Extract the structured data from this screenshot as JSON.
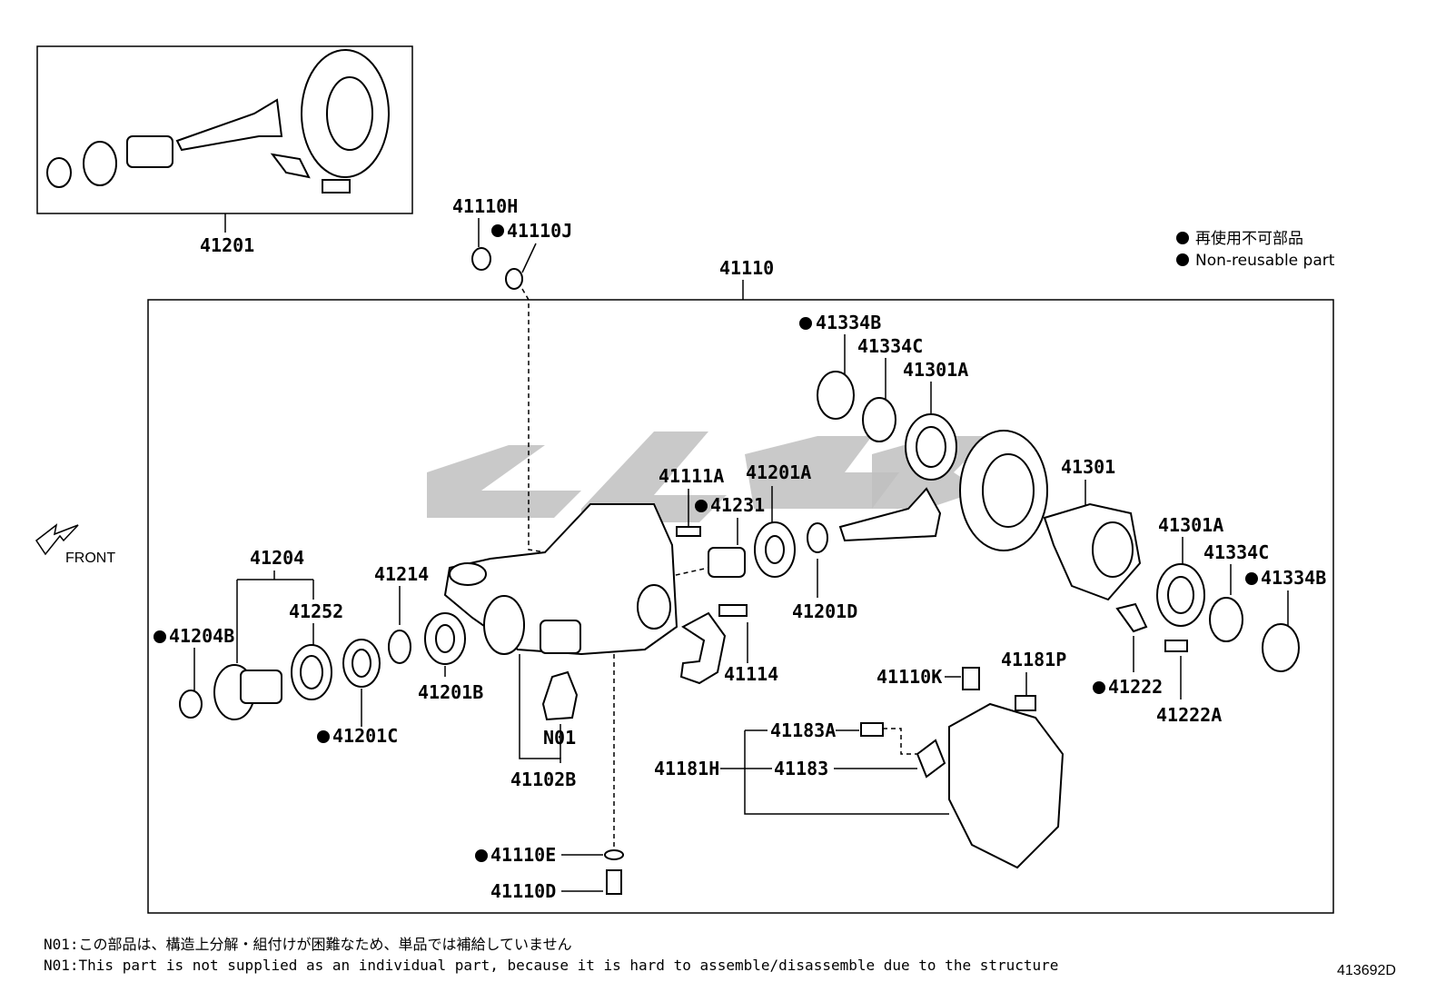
{
  "legend": {
    "jp": "再使用不可部品",
    "en": "Non-reusable part"
  },
  "front_label": "FRONT",
  "notes": {
    "jp": "N01:この部品は、構造上分解・組付けが困難なため、単品では補給していません",
    "en": "N01:This part is not supplied as an individual part, because it is hard to assemble/disassemble due to the structure"
  },
  "diagram_id": "413692D",
  "parts": {
    "p41201": "41201",
    "p41110H": "41110H",
    "p41110J": "41110J",
    "p41110": "41110",
    "p41334B_top": "41334B",
    "p41334C_top": "41334C",
    "p41301A_top": "41301A",
    "p41301": "41301",
    "p41111A": "41111A",
    "p41201A": "41201A",
    "p41231": "41231",
    "p41204": "41204",
    "p41214": "41214",
    "p41252": "41252",
    "p41204B": "41204B",
    "p41201B": "41201B",
    "p41201C": "41201C",
    "p41201D": "41201D",
    "p41114": "41114",
    "pN01": "N01",
    "p41102B": "41102B",
    "p41301A_right": "41301A",
    "p41334C_right": "41334C",
    "p41334B_right": "41334B",
    "p41222": "41222",
    "p41222A": "41222A",
    "p41110K": "41110K",
    "p41181P": "41181P",
    "p41183A": "41183A",
    "p41181H": "41181H",
    "p41183": "41183",
    "p41110E": "41110E",
    "p41110D": "41110D"
  }
}
